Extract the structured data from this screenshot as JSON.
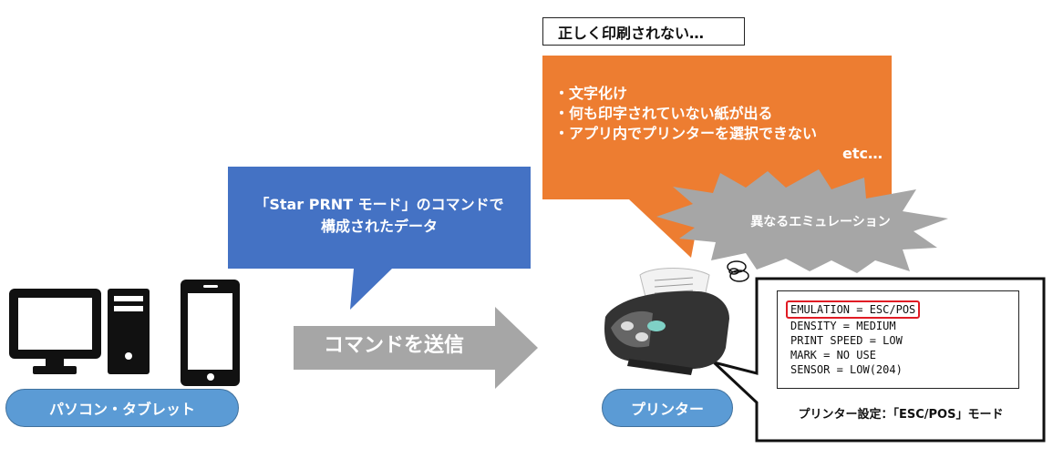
{
  "problem_label": "正しく印刷されない…",
  "problems": {
    "line1": "・文字化け",
    "line2": "・何も印字されていない紙が出る",
    "line3": "・アプリ内でプリンターを選択できない",
    "etc": "etc…"
  },
  "data_bubble": {
    "line1": "「Star PRNT モード」のコマンドで",
    "line2": "構成されたデータ"
  },
  "arrow_label": "コマンドを送信",
  "burst_label": "異なるエミュレーション",
  "pc_label": "パソコン・タブレット",
  "printer_label": "プリンター",
  "settings": {
    "emulation": "EMULATION = ESC/POS",
    "density": "DENSITY = MEDIUM",
    "print_speed": "PRINT SPEED = LOW",
    "mark": "MARK = NO USE",
    "sensor": "SENSOR = LOW(204)"
  },
  "settings_caption": "プリンター設定：「ESC/POS」モード",
  "colors": {
    "orange": "#ed7d31",
    "blue": "#4472c4",
    "gray": "#a6a6a6",
    "pill": "#5b9bd5",
    "highlight": "#e01b24"
  }
}
